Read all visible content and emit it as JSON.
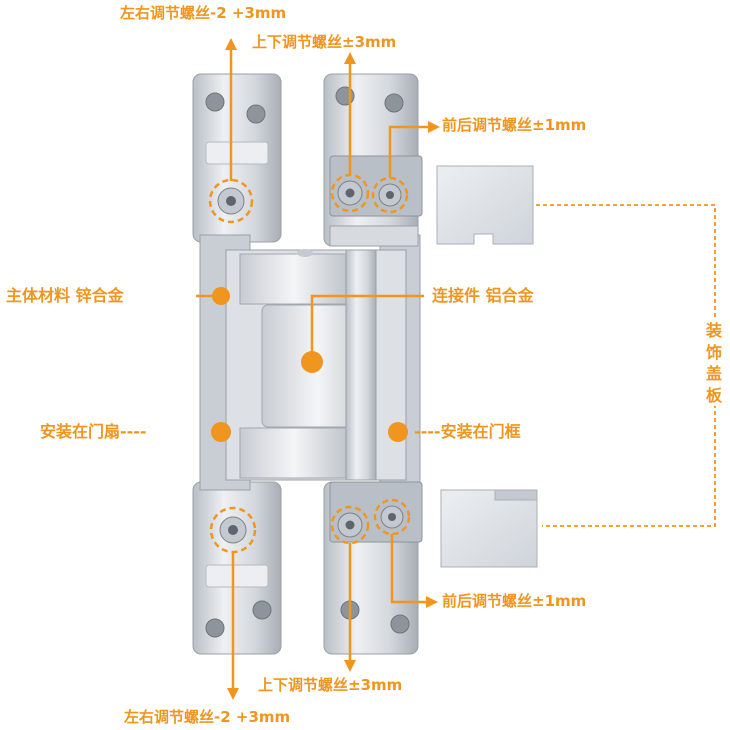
{
  "colors": {
    "accent": "#f0961e",
    "metal": "#d9dde2",
    "metal_dark": "#a9afb6",
    "cover": "#dfe3e8"
  },
  "labels": {
    "lr_top": "左右调节螺丝-2 +3mm",
    "ud_top": "上下调节螺丝±3mm",
    "fb_top": "前后调节螺丝±1mm",
    "main_material": "主体材料  锌合金",
    "connector": "连接件  铝合金",
    "door_leaf": "安装在门扇----",
    "door_frame": "----安装在门框",
    "cover": "装饰盖板",
    "fb_bottom": "前后调节螺丝±1mm",
    "ud_bottom": "上下调节螺丝±3mm",
    "lr_bottom": "左右调节螺丝-2 +3mm"
  }
}
